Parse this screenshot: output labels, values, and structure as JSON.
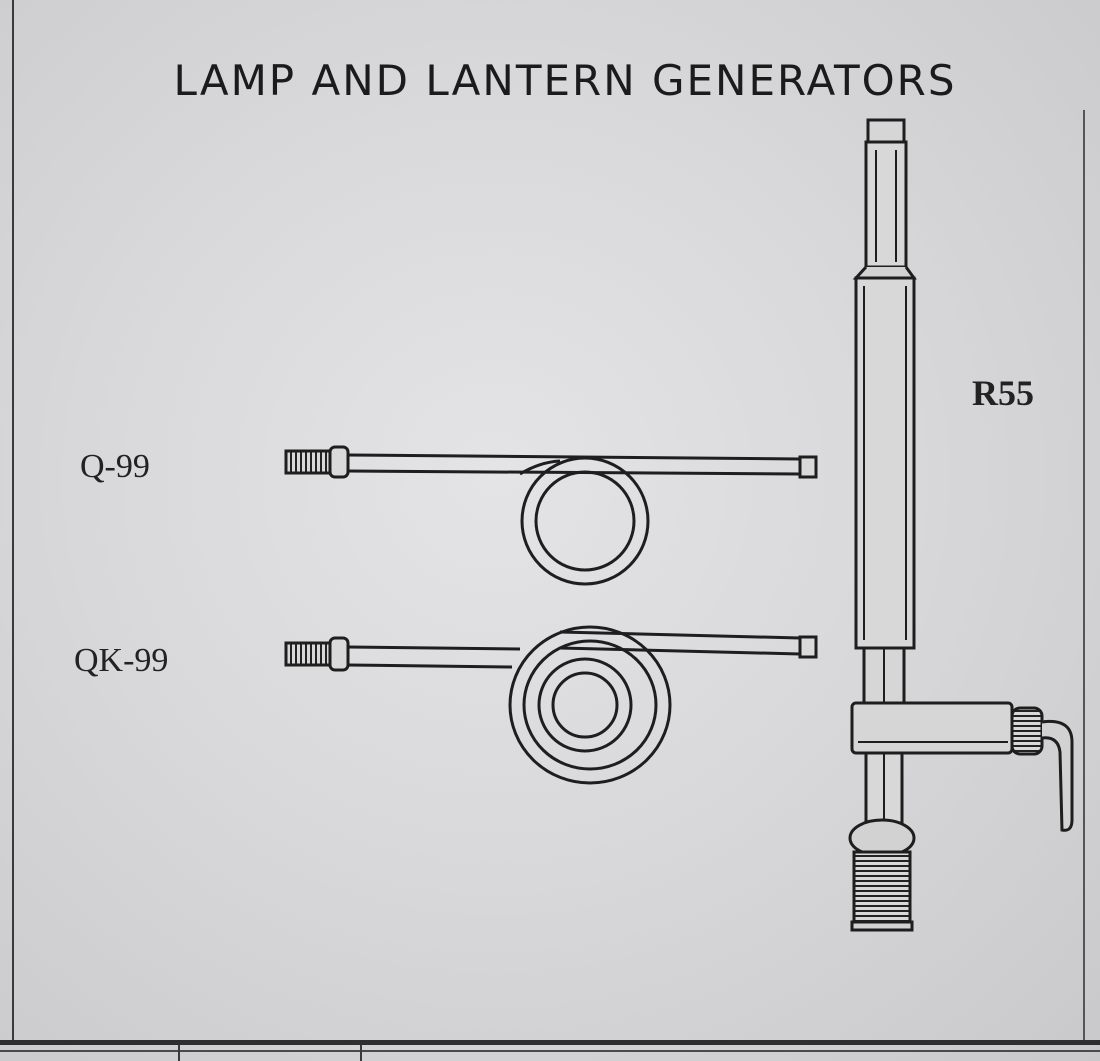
{
  "document": {
    "title": "LAMP AND LANTERN GENERATORS",
    "items": [
      {
        "label": "Q-99",
        "icon": "coiled-generator-tube-icon"
      },
      {
        "label": "QK-99",
        "icon": "double-coil-generator-tube-icon"
      },
      {
        "label": "R55",
        "icon": "straight-generator-with-valve-icon"
      }
    ]
  },
  "colors": {
    "ink": "#1b1b1b",
    "paper": "#dcdcde"
  }
}
